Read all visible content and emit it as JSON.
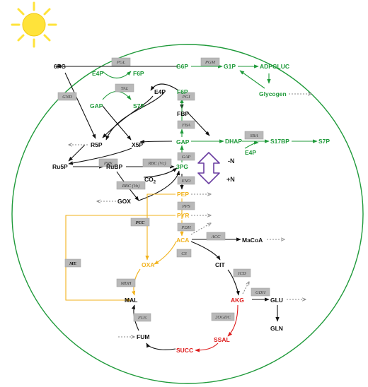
{
  "colors": {
    "green": "#1f9a3a",
    "black": "#111111",
    "orange": "#f2b21b",
    "red": "#dd1a1a",
    "purple": "#6a3ea1",
    "sun": "#ffe33a",
    "grey": "#8a8a8a"
  },
  "icons": {
    "sun": "sun-icon",
    "double_arrow": "up-down-arrow-icon"
  },
  "metabolites": {
    "pg6": "6PG",
    "g6p": "G6P",
    "g1p": "G1P",
    "adpgluc": "ADPGLUC",
    "glycogen": "Glycogen",
    "e4p_top": "E4P",
    "f6p_top": "F6P",
    "gap_top": "GAP",
    "s7p_top": "S7P",
    "e4p_mid": "E4P",
    "f6p_mid": "F6P",
    "fbp": "FBP",
    "r5p": "R5P",
    "x5p": "X5P",
    "gap_mid": "GAP",
    "dhap": "DHAP",
    "s17bp": "S17BP",
    "s7p_right": "S7P",
    "e4p_low": "E4P",
    "ru5p": "Ru5P",
    "rubp": "RuBP",
    "pg3": "3PG",
    "co2": "CO",
    "co2_sub": "2",
    "gox": "GOX",
    "pep": "PEP",
    "pyr": "PYR",
    "aca": "ACA",
    "macoa": "MaCoA",
    "oxa": "OXA",
    "cit": "CIT",
    "mal": "MAL",
    "akg": "AKG",
    "glu": "GLU",
    "gln": "GLN",
    "fum": "FUM",
    "ssal": "SSAL",
    "succ": "SUCC"
  },
  "enzymes": {
    "pgl": "PGL",
    "pgm": "PGM",
    "gnd": "GND",
    "tal": "TAL",
    "pgi": "PGI",
    "fba": "FBA",
    "sba": "SBA",
    "gap_enz": "GAP",
    "prk": "PRK",
    "rbc_vc": "RBC (Vc)",
    "rbc_vo": "RBC (Vo)",
    "eno": "ENO",
    "pps": "PPS",
    "pcc": "PCC",
    "pdh": "PDH",
    "acc": "ACC",
    "me": "ME",
    "cs": "CS",
    "icd": "ICD",
    "mdh": "MDH",
    "gdh": "GDH",
    "og_dc": "2OGDC",
    "fus": "FUS"
  },
  "signs": {
    "minus_n": "-N",
    "plus_n": "+N"
  }
}
